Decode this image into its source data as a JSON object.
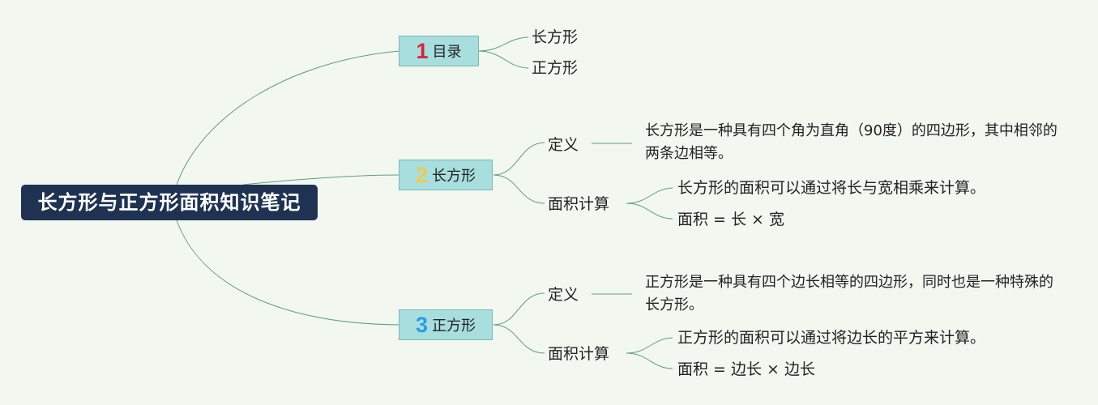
{
  "colors": {
    "background": "#f2f8ef",
    "root_fill": "#1f3251",
    "branch_fill": "#a8dede",
    "line": "#5e9e7e",
    "num1": "#d4253d",
    "num2": "#f1c94a",
    "num3": "#2c9ee5"
  },
  "root": {
    "title": "长方形与正方形面积知识笔记"
  },
  "branches": [
    {
      "number": "1",
      "label": "目录",
      "icon": "number-one-icon",
      "children": [
        "长方形",
        "正方形"
      ]
    },
    {
      "number": "2",
      "label": "长方形",
      "icon": "number-two-icon",
      "definition": {
        "label": "定义",
        "text": "长方形是一种具有四个角为直角（90度）的四边形，其中相邻的两条边相等。"
      },
      "area": {
        "label": "面积计算",
        "items": [
          "长方形的面积可以通过将长与宽相乘来计算。",
          "面积 = 长 × 宽"
        ]
      }
    },
    {
      "number": "3",
      "label": "正方形",
      "icon": "number-three-icon",
      "definition": {
        "label": "定义",
        "text": "正方形是一种具有四个边长相等的四边形，同时也是一种特殊的长方形。"
      },
      "area": {
        "label": "面积计算",
        "items": [
          "正方形的面积可以通过将边长的平方来计算。",
          "面积 = 边长 × 边长"
        ]
      }
    }
  ]
}
